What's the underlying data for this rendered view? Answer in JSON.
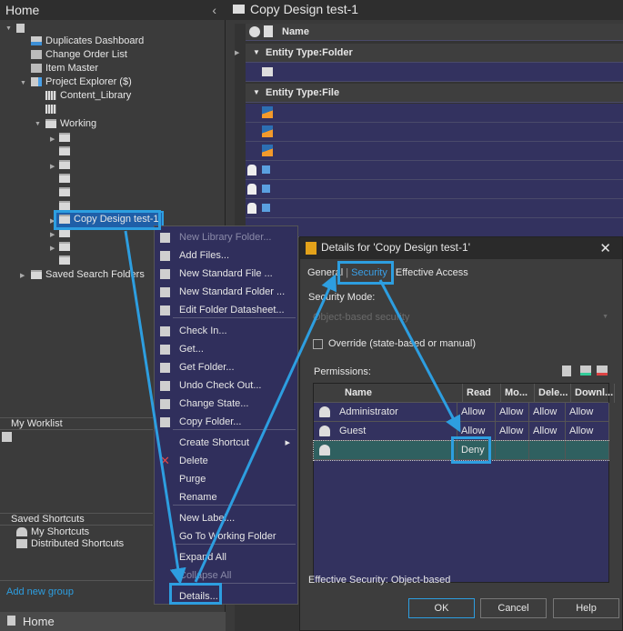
{
  "left_panel": {
    "title": "Home",
    "collapse_icon": "chevron-left-icon",
    "tree": [
      {
        "label": "Duplicates Dashboard"
      },
      {
        "label": "Change Order List"
      },
      {
        "label": "Item Master"
      },
      {
        "label": "Project Explorer ($)"
      },
      {
        "label": "Content_Library"
      },
      {
        "label": "Working"
      },
      {
        "label": "Copy Design test-1"
      },
      {
        "label": "Saved Search Folders"
      }
    ],
    "worklist": {
      "title": "My Worklist"
    },
    "shortcuts": {
      "title": "Saved Shortcuts",
      "items": [
        "My Shortcuts",
        "Distributed Shortcuts"
      ]
    },
    "add_group": "Add new group",
    "bottom_tab": "Home"
  },
  "main": {
    "title": "Copy Design test-1",
    "columns": {
      "name": "Name"
    },
    "groups": [
      "Entity Type:Folder",
      "Entity Type:File"
    ]
  },
  "context_menu": {
    "items": [
      {
        "label": "New Library Folder...",
        "disabled": true
      },
      {
        "label": "Add Files..."
      },
      {
        "label": "New Standard File ..."
      },
      {
        "label": "New Standard Folder ..."
      },
      {
        "label": "Edit Folder Datasheet..."
      },
      {
        "label": "Check In..."
      },
      {
        "label": "Get..."
      },
      {
        "label": "Get Folder..."
      },
      {
        "label": "Undo Check Out..."
      },
      {
        "label": "Change State..."
      },
      {
        "label": "Copy Folder..."
      },
      {
        "label": "Create Shortcut"
      },
      {
        "label": "Delete"
      },
      {
        "label": "Purge"
      },
      {
        "label": "Rename"
      },
      {
        "label": "New Label..."
      },
      {
        "label": "Go To Working Folder"
      },
      {
        "label": "Expand All"
      },
      {
        "label": "Collapse All",
        "disabled": true
      },
      {
        "label": "Details..."
      }
    ]
  },
  "dialog": {
    "title": "Details for 'Copy Design test-1'",
    "tabs": [
      "General",
      "Security",
      "Effective Access"
    ],
    "active_tab": "Security",
    "security_mode_label": "Security Mode:",
    "security_mode_value": "Object-based security",
    "override_label": "Override (state-based or manual)",
    "override_checked": false,
    "permissions_label": "Permissions:",
    "columns": [
      "Name",
      "Read",
      "Mo...",
      "Dele...",
      "Downl..."
    ],
    "rows": [
      [
        "Administrator",
        "Allow",
        "Allow",
        "Allow",
        "Allow"
      ],
      [
        "Guest",
        "Allow",
        "Allow",
        "Allow",
        "Allow"
      ],
      [
        "",
        "Deny",
        "",
        "",
        ""
      ]
    ],
    "effective_security": "Effective Security: Object-based",
    "buttons": {
      "ok": "OK",
      "cancel": "Cancel",
      "help": "Help"
    }
  },
  "colors": {
    "accent": "#2d9ee0",
    "navy": "#33325f",
    "selected_row": "#2f6060"
  }
}
